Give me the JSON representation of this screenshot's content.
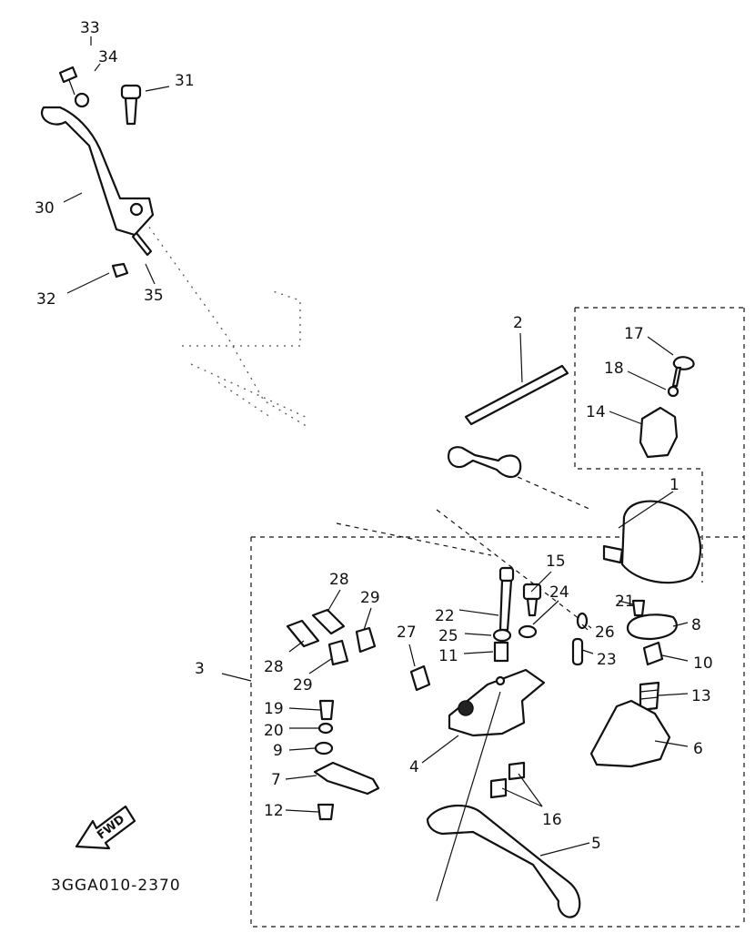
{
  "diagram": {
    "catalog_code": "3GGA010-2370",
    "fwd_label": "FWD",
    "callouts": [
      {
        "key": "c33",
        "text": "33"
      },
      {
        "key": "c34",
        "text": "34"
      },
      {
        "key": "c31",
        "text": "31"
      },
      {
        "key": "c30",
        "text": "30"
      },
      {
        "key": "c32",
        "text": "32"
      },
      {
        "key": "c35",
        "text": "35"
      },
      {
        "key": "c2",
        "text": "2"
      },
      {
        "key": "c17",
        "text": "17"
      },
      {
        "key": "c18",
        "text": "18"
      },
      {
        "key": "c14",
        "text": "14"
      },
      {
        "key": "c1",
        "text": "1"
      },
      {
        "key": "c15",
        "text": "15"
      },
      {
        "key": "c24",
        "text": "24"
      },
      {
        "key": "c28a",
        "text": "28"
      },
      {
        "key": "c29a",
        "text": "29"
      },
      {
        "key": "c22",
        "text": "22"
      },
      {
        "key": "c21",
        "text": "21"
      },
      {
        "key": "c8",
        "text": "8"
      },
      {
        "key": "c25",
        "text": "25"
      },
      {
        "key": "c26",
        "text": "26"
      },
      {
        "key": "c27",
        "text": "27"
      },
      {
        "key": "c11",
        "text": "11"
      },
      {
        "key": "c23",
        "text": "23"
      },
      {
        "key": "c10",
        "text": "10"
      },
      {
        "key": "c3",
        "text": "3"
      },
      {
        "key": "c28b",
        "text": "28"
      },
      {
        "key": "c29b",
        "text": "29"
      },
      {
        "key": "c13",
        "text": "13"
      },
      {
        "key": "c19",
        "text": "19"
      },
      {
        "key": "c20",
        "text": "20"
      },
      {
        "key": "c9",
        "text": "9"
      },
      {
        "key": "c6",
        "text": "6"
      },
      {
        "key": "c4",
        "text": "4"
      },
      {
        "key": "c7",
        "text": "7"
      },
      {
        "key": "c12",
        "text": "12"
      },
      {
        "key": "c16",
        "text": "16"
      },
      {
        "key": "c5",
        "text": "5"
      }
    ]
  }
}
